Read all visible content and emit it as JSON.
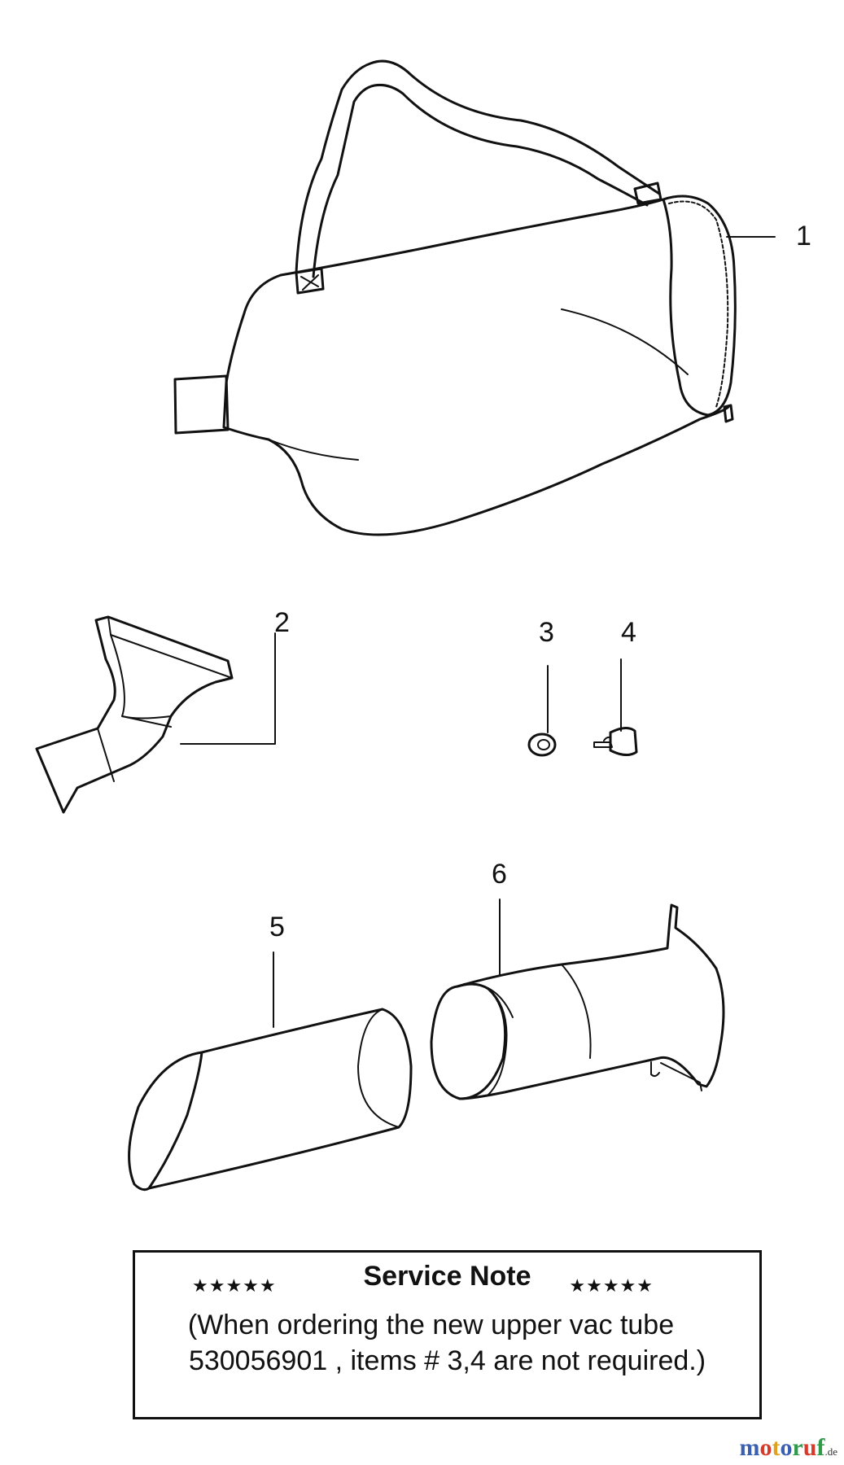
{
  "callouts": {
    "item_1": "1",
    "item_2": "2",
    "item_3": "3",
    "item_4": "4",
    "item_5": "5",
    "item_6": "6"
  },
  "service_note": {
    "title": "Service Note",
    "stars_left": "★★★★★",
    "stars_right": "★★★★★",
    "line_1": "(When ordering the new upper vac tube",
    "line_2": "530056901 , items # 3,4 are not required.)"
  },
  "watermark": {
    "letters": [
      "m",
      "o",
      "t",
      "o",
      "r",
      "u",
      "f"
    ],
    "letter_colors": [
      "#3a5fb0",
      "#d83a2a",
      "#e0a020",
      "#3a5fb0",
      "#2f9a48",
      "#d83a2a",
      "#2f9a48"
    ],
    "suffix": ".de"
  }
}
